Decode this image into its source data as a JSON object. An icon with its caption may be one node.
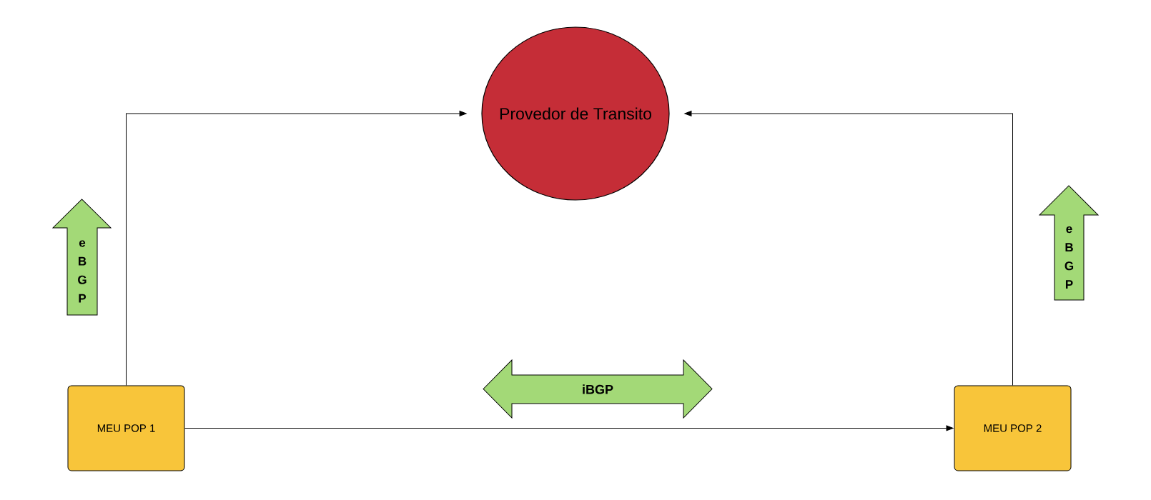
{
  "diagram": {
    "nodes": [
      {
        "text": [
          "Provedor de Transito"
        ]
      },
      {
        "text": [
          "e B G P"
        ]
      },
      {
        "text": [
          "e B G P"
        ]
      },
      {
        "text": [
          "iBGP"
        ]
      },
      {
        "text": [
          "MEU POP 1"
        ]
      },
      {
        "text": [
          "MEU POP 2"
        ]
      }
    ],
    "edges": [
      {
        "from": 4,
        "to": 0,
        "arrow": "to"
      },
      {
        "from": 5,
        "to": 0,
        "arrow": "to"
      },
      {
        "from": 4,
        "to": 5,
        "arrow": "to"
      }
    ]
  }
}
